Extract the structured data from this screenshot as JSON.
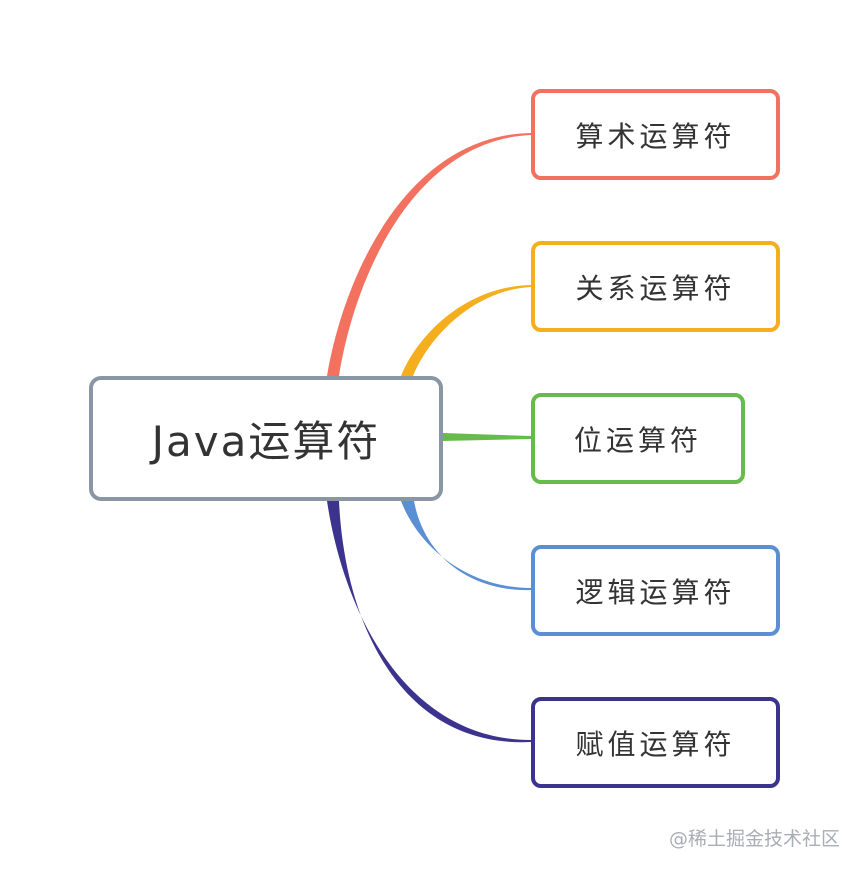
{
  "root": {
    "label": "Java运算符",
    "border_color": "#8a96a4"
  },
  "children": [
    {
      "label": "算术运算符",
      "color": "#f2725f"
    },
    {
      "label": "关系运算符",
      "color": "#f5ae1d"
    },
    {
      "label": "位运算符",
      "color": "#66bb4c"
    },
    {
      "label": "逻辑运算符",
      "color": "#5b8fd3"
    },
    {
      "label": "赋值运算符",
      "color": "#3c338f"
    }
  ],
  "watermark": "@稀土掘金技术社区"
}
